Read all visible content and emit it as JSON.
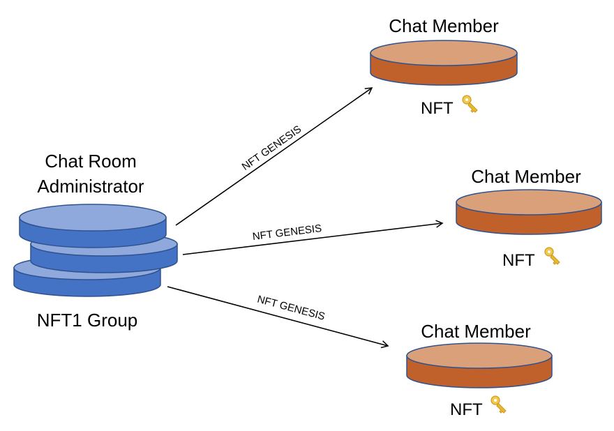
{
  "admin": {
    "title_line1": "Chat Room",
    "title_line2": "Administrator",
    "group_label": "NFT1 Group",
    "color_fill": "#8fa9dc",
    "color_side": "#4472c4",
    "color_stroke": "#2f528f"
  },
  "members": [
    {
      "title": "Chat Member",
      "nft_label": "NFT",
      "icon": "key-icon"
    },
    {
      "title": "Chat Member",
      "nft_label": "NFT",
      "icon": "key-icon"
    },
    {
      "title": "Chat Member",
      "nft_label": "NFT",
      "icon": "key-icon"
    }
  ],
  "member_colors": {
    "top": "#d9a07a",
    "side": "#c0602a",
    "stroke": "#2f528f"
  },
  "arrows": [
    {
      "label": "NFT GENESIS"
    },
    {
      "label": "NFT GENESIS"
    },
    {
      "label": "NFT GENESIS"
    }
  ]
}
